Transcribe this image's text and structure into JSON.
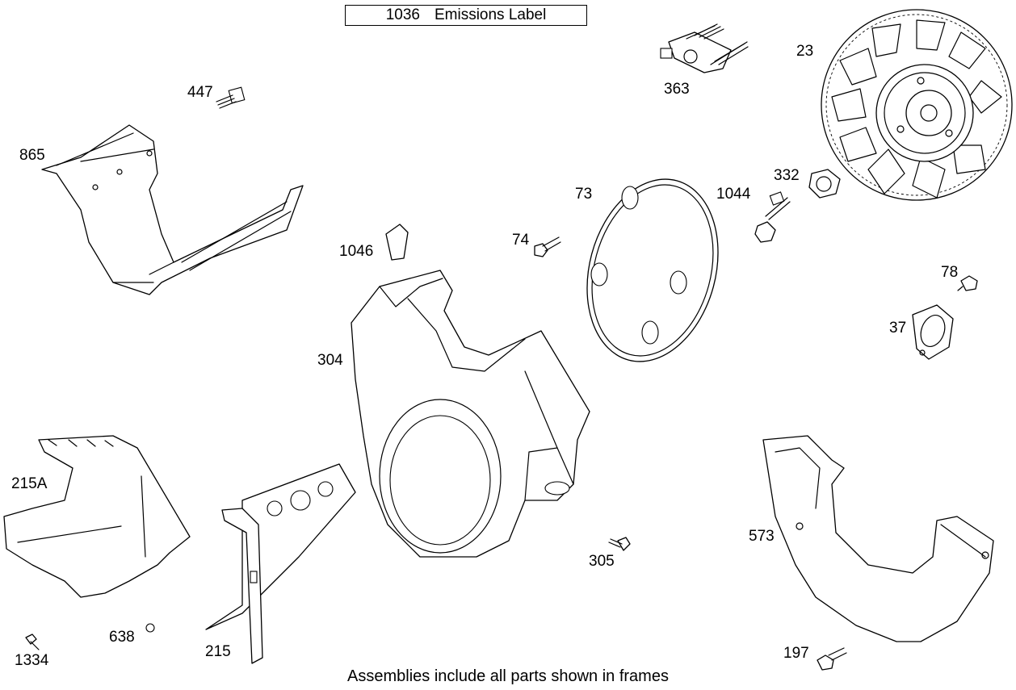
{
  "frame_label": {
    "number": "1036",
    "text": "Emissions Label"
  },
  "footnote": "Assemblies include all parts shown in frames",
  "callouts": {
    "p23": "23",
    "p363": "363",
    "p447": "447",
    "p865": "865",
    "p332": "332",
    "p73": "73",
    "p1044": "1044",
    "p74": "74",
    "p1046": "1046",
    "p78": "78",
    "p37": "37",
    "p304": "304",
    "p215A": "215A",
    "p573": "573",
    "p305": "305",
    "p215": "215",
    "p638": "638",
    "p1334": "1334",
    "p197": "197"
  }
}
